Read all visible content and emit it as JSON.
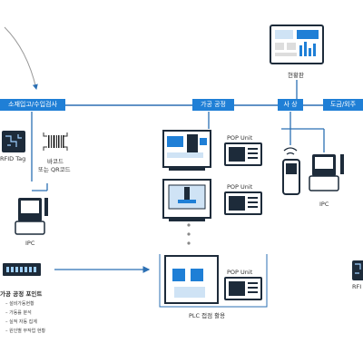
{
  "process_tags": [
    "소재입고/수입검사",
    "가공 공정",
    "사 상",
    "도금/외주"
  ],
  "labels": {
    "dashboard": "현황판",
    "rfid_tag": "RFID Tag",
    "barcode_line1": "바코드",
    "barcode_line2": "또는 QR코드",
    "ipc_left": "IPC",
    "ipc_right": "IPC",
    "pop_unit_1": "POP Unit",
    "pop_unit_2": "POP Unit",
    "pop_unit_3": "POP Unit",
    "plc_caption": "PLC 접점 활용",
    "rfid_right": "RFI"
  },
  "points": {
    "title": "가공 공정 포인트",
    "items": [
      "설비가동현황",
      "가동률 분석",
      "실적 자동 집계",
      "원인별 무작업 현황"
    ]
  },
  "colors": {
    "accent": "#1f7fd6",
    "line": "#2b6fb3",
    "dark": "#1d2b3a"
  }
}
